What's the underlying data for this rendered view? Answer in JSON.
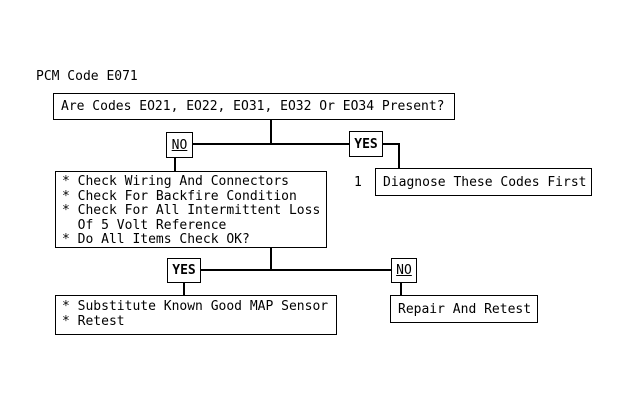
{
  "colors": {
    "ink": "#000000",
    "background": "#ffffff"
  },
  "title": "PCM Code E071",
  "flow": {
    "question": "Are Codes EO21, EO22, EO31, EO32 Or EO34 Present?",
    "branch1": {
      "no_label": "NO",
      "yes_label": "YES"
    },
    "step_number": "1",
    "diagnose": "Diagnose These Codes First",
    "checklist": {
      "lines": [
        "* Check Wiring And Connectors",
        "* Check For Backfire Condition",
        "* Check For All Intermittent Loss",
        "  Of 5 Volt Reference",
        "* Do All Items Check OK?"
      ]
    },
    "branch2": {
      "yes_label": "YES",
      "no_label": "NO"
    },
    "substitute": {
      "lines": [
        "* Substitute Known Good MAP Sensor",
        "* Retest"
      ]
    },
    "repair": "Repair And Retest"
  }
}
